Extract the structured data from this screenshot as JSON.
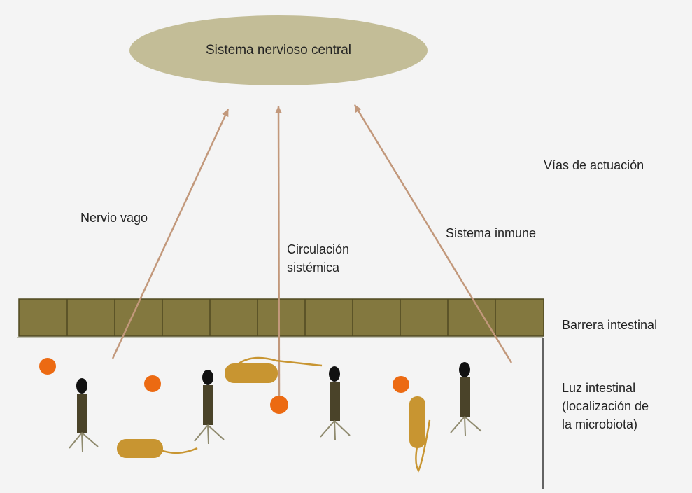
{
  "cns_label": "Sistema nervioso central",
  "pathways_heading": "Vías de actuación",
  "pathways": {
    "vagus": "Nervio vago",
    "circulation": "Circulación\nsistémica",
    "immune": "Sistema inmune"
  },
  "barrier_label": "Barrera intestinal",
  "lumen_label": "Luz intestinal\n(localización de\nla microbiota)",
  "colors": {
    "ellipse_fill": "#c3bd97",
    "arrow": "#c2987b",
    "barrier_fill": "#83783f",
    "barrier_cell_border": "#4f4920",
    "orange_cocci": "#ec6a12",
    "rod_bacteria": "#c89531",
    "phage_body": "#4a4329",
    "phage_head": "#111111"
  }
}
